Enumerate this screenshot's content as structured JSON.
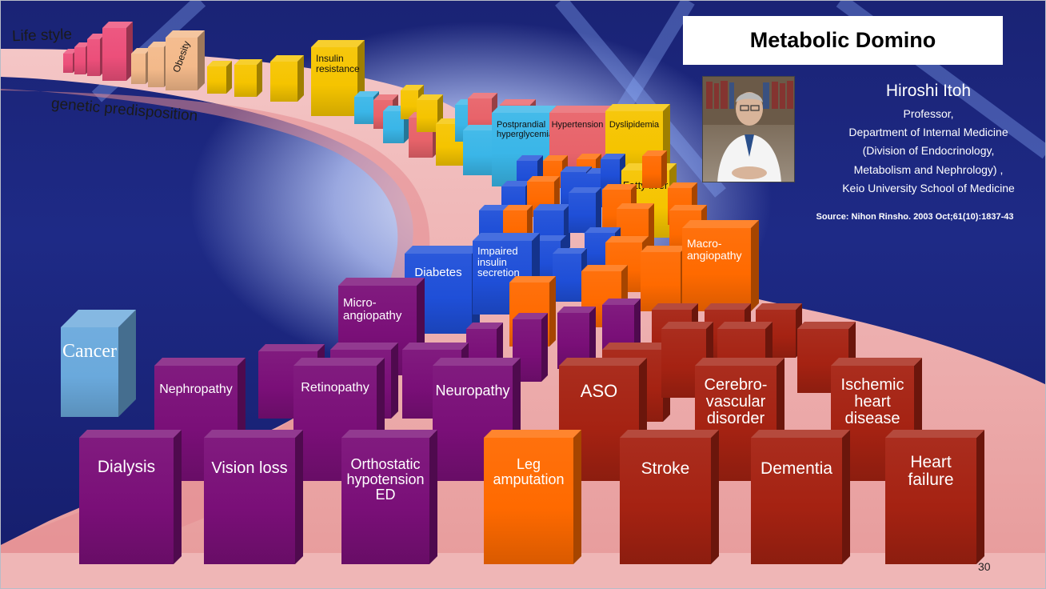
{
  "title": "Metabolic Domino",
  "page_number": "30",
  "presenter": {
    "name": "Hiroshi Itoh",
    "affiliation": [
      "Professor,",
      "Department of Internal Medicine",
      "(Division of Endocrinology,",
      "Metabolism and Nephrology) ,",
      "Keio University School of Medicine"
    ]
  },
  "source": "Source: Nihon Rinsho. 2003 Oct;61(10):1837-43",
  "path_labels": {
    "life_style": "Life style",
    "genetic_predisposition": "genetic predisposition"
  },
  "dominoes": {
    "obesity": "Obesity",
    "insulin_resistance": [
      "Insulin",
      "resistance"
    ],
    "postprandial_hyperglycemia": [
      "Postprandial",
      "hyperglycemia"
    ],
    "hypertension": "Hypertension",
    "dyslipidemia": "Dyslipidemia",
    "fatty_liver": "Fatty liver",
    "diabetes": "Diabetes",
    "impaired_insulin_secretion": [
      "Impaired",
      "insulin",
      "secretion"
    ],
    "macroangiopathy": [
      "Macro-",
      "angiopathy"
    ],
    "microangiopathy": [
      "Micro-",
      "angiopathy"
    ],
    "cancer": "Cancer",
    "nephropathy": "Nephropathy",
    "retinopathy": "Retinopathy",
    "neuropathy": "Neuropathy",
    "aso": "ASO",
    "cerebrovascular_disorder": [
      "Cerebro-",
      "vascular",
      "disorder"
    ],
    "ischemic_heart_disease": [
      "Ischemic",
      "heart",
      "disease"
    ],
    "dialysis": "Dialysis",
    "vision_loss": "Vision loss",
    "orthostatic_hypotension_ed": [
      "Orthostatic",
      "hypotension",
      "ED"
    ],
    "leg_amputation": [
      "Leg",
      "amputation"
    ],
    "stroke": "Stroke",
    "dementia": "Dementia",
    "heart_failure": [
      "Heart",
      "failure"
    ]
  },
  "colors": {
    "background": "#1e2a86",
    "road": "#f2b6b6",
    "pink": "#ec4f7a",
    "peach": "#f3b98a",
    "yellow": "#f5c400",
    "cyan": "#3ab6e8",
    "salmon": "#e8636a",
    "blue": "#1f4fd8",
    "orange": "#ff6a00",
    "purple": "#7a0f78",
    "red": "#a52212",
    "cancer": "#6aa9dc"
  }
}
